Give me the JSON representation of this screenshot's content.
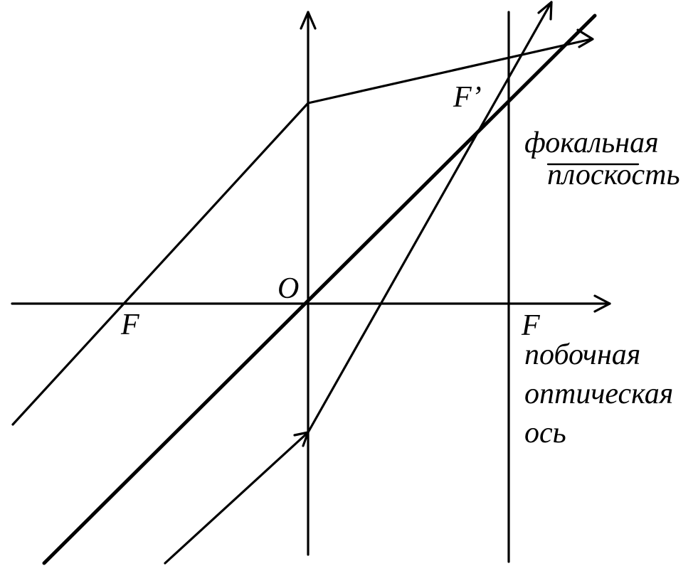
{
  "labels": {
    "focus_left": "F",
    "focus_right": "F",
    "focus_prime": "F’",
    "origin": "O",
    "focal_plane_line1": "фокальная",
    "focal_plane_line2": "плоскость",
    "secondary_axis_line1": "побочная",
    "secondary_axis_line2": "оптическая",
    "secondary_axis_line3": "ось"
  },
  "colors": {
    "ink": "#000000",
    "background": "#ffffff"
  }
}
